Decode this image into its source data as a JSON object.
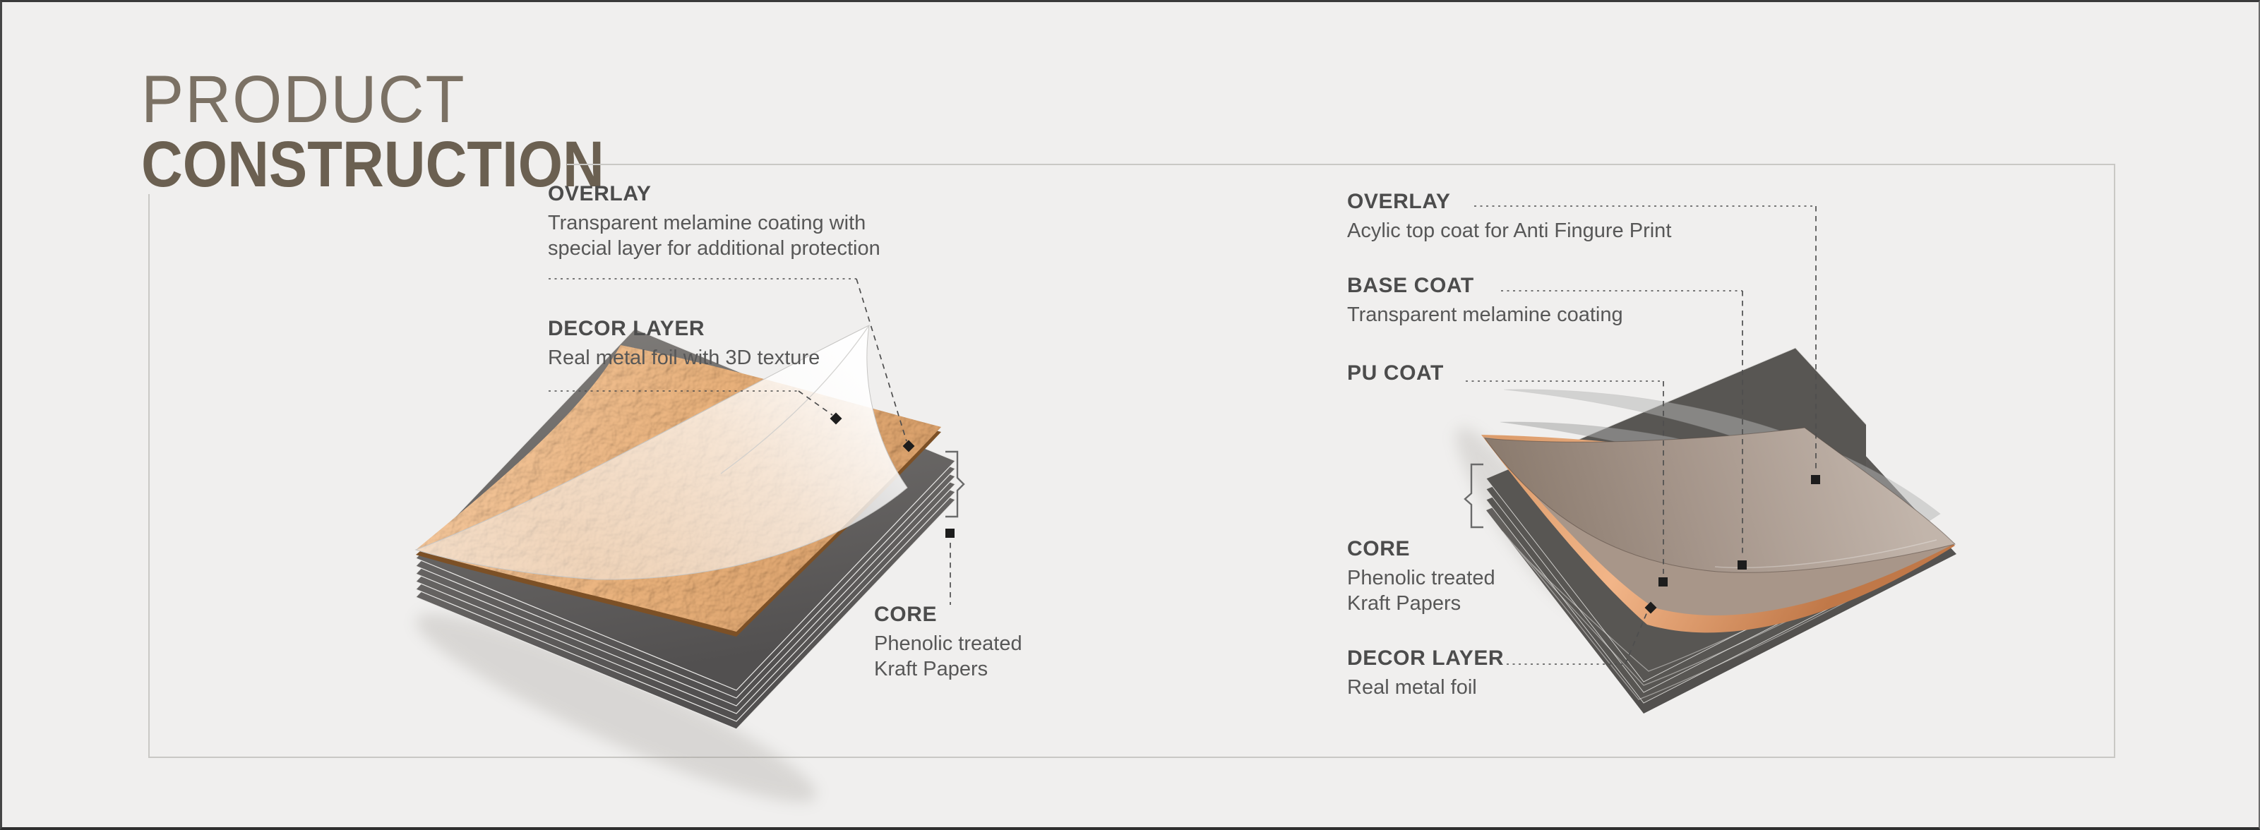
{
  "title": {
    "line1": "PRODUCT",
    "line2": "CONSTRUCTION"
  },
  "left_diagram": {
    "overlay": {
      "heading": "OVERLAY",
      "desc": [
        "Transparent melamine coating with",
        "special layer for additional protection"
      ]
    },
    "decor": {
      "heading": "DECOR LAYER",
      "desc": [
        "Real metal foil with 3D texture"
      ]
    },
    "core": {
      "heading": "CORE",
      "desc": [
        "Phenolic treated",
        "Kraft Papers"
      ]
    }
  },
  "right_diagram": {
    "overlay": {
      "heading": "OVERLAY",
      "desc": [
        "Acylic top coat for Anti Fingure Print"
      ]
    },
    "base_coat": {
      "heading": "BASE COAT",
      "desc": [
        "Transparent melamine coating"
      ]
    },
    "pu_coat": {
      "heading": "PU COAT"
    },
    "core": {
      "heading": "CORE",
      "desc": [
        "Phenolic treated",
        "Kraft Papers"
      ]
    },
    "decor": {
      "heading": "DECOR LAYER",
      "desc": [
        "Real metal foil"
      ]
    }
  },
  "palette": {
    "background": "#f0efee",
    "frame_line": "#c9c8c5",
    "title_light": "#7b7164",
    "title_bold": "#6b6051",
    "heading_text": "#4c4c4c",
    "body_text": "#575757",
    "leader_line": "#4e4e4e",
    "marker": "#1d1d1d",
    "brace": "#6b6b6b",
    "copper": "#c98a55",
    "copper_light": "#edb088",
    "taupe": "#a5958a",
    "core_gray": "#5b5957",
    "overlay_sheet": "#ffffff"
  }
}
